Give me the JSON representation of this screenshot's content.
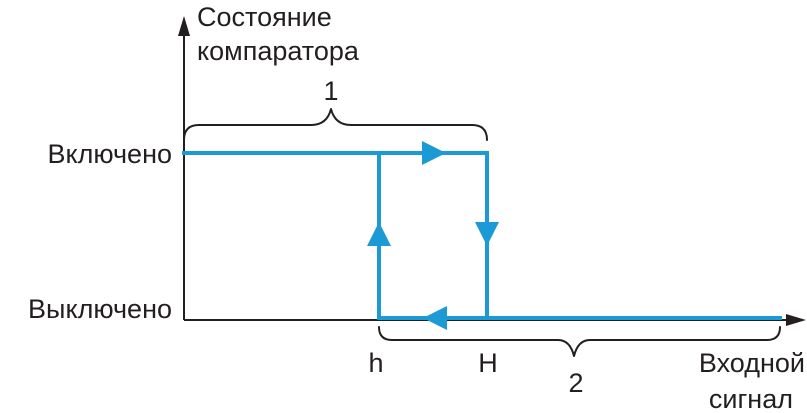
{
  "y_axis": {
    "title_line1": "Состояние",
    "title_line2": "компаратора"
  },
  "x_axis": {
    "title_line1": "Входной",
    "title_line2": "сигнал"
  },
  "states": {
    "on": "Включено",
    "off": "Выключено"
  },
  "thresholds": {
    "low": "h",
    "high": "H"
  },
  "braces": {
    "top": "1",
    "bottom": "2"
  },
  "colors": {
    "curve": "#1b9ad6",
    "ink": "#231f20"
  }
}
